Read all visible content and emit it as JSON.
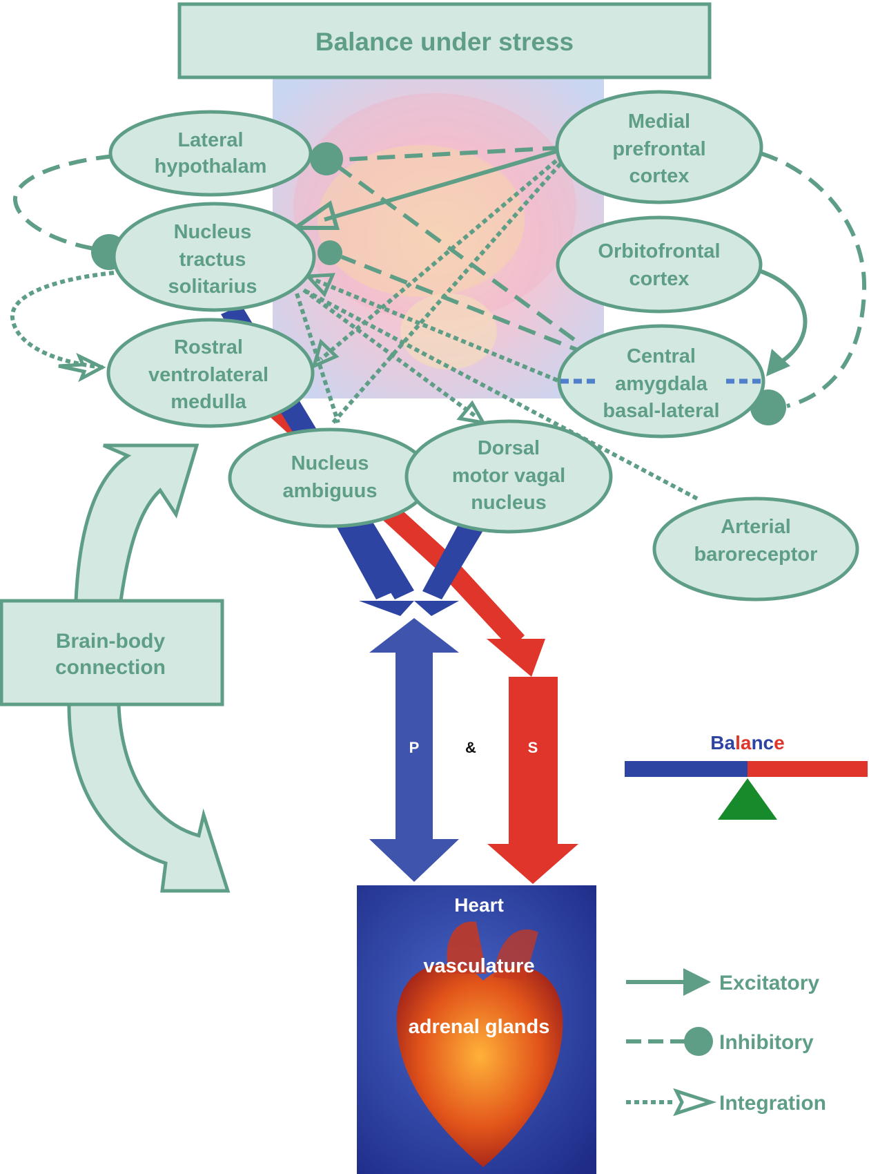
{
  "title": "Balance under stress",
  "colors": {
    "node_fill": "#d3e8e1",
    "node_stroke": "#5f9e86",
    "parasympathetic": "#2e44a3",
    "sympathetic": "#e0352b",
    "fulcrum": "#178a2c"
  },
  "nodes": {
    "lateral_hypothalam": [
      "Lateral",
      "hypothalam"
    ],
    "nucleus_tractus_solitarius": [
      "Nucleus",
      "tractus",
      "solitarius"
    ],
    "rostral_ventrolateral_medulla": [
      "Rostral",
      "ventrolateral",
      "medulla"
    ],
    "medial_prefrontal_cortex": [
      "Medial",
      "prefrontal",
      "cortex"
    ],
    "orbitofrontal_cortex": [
      "Orbitofrontal",
      "cortex"
    ],
    "central_amygdala": [
      "Central",
      "amygdala",
      "basal-lateral"
    ],
    "nucleus_ambiguus": [
      "Nucleus",
      "ambiguus"
    ],
    "dorsal_motor_vagal_nucleus": [
      "Dorsal",
      "motor vagal",
      "nucleus"
    ],
    "arterial_baroreceptor": [
      "Arterial",
      "baroreceptor"
    ]
  },
  "brain_body": [
    "Brain-body",
    "connection"
  ],
  "outflow": {
    "p": "P",
    "and": "&",
    "s": "S"
  },
  "balance": {
    "letters": [
      "Ba",
      "la",
      "nc",
      "e"
    ]
  },
  "heart": {
    "line1": "Heart",
    "line2": "vasculature",
    "line3": "adrenal glands"
  },
  "legend": {
    "excitatory": "Excitatory",
    "inhibitory": "Inhibitory",
    "integration": "Integration"
  }
}
